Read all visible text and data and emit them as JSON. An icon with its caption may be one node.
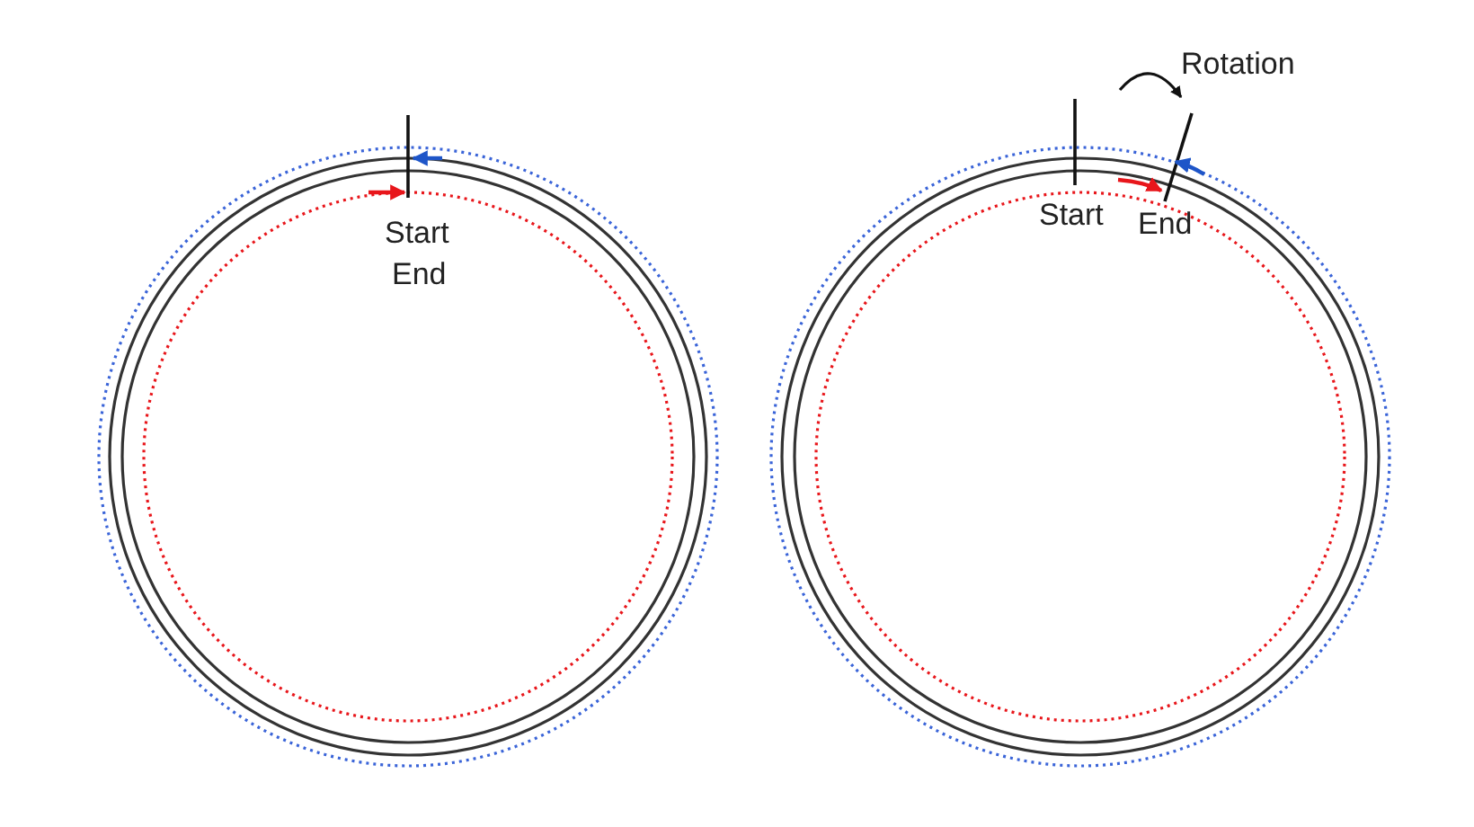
{
  "diagram": {
    "labels": [
      "Start",
      "End",
      "Start",
      "End",
      "Rotation"
    ]
  }
}
